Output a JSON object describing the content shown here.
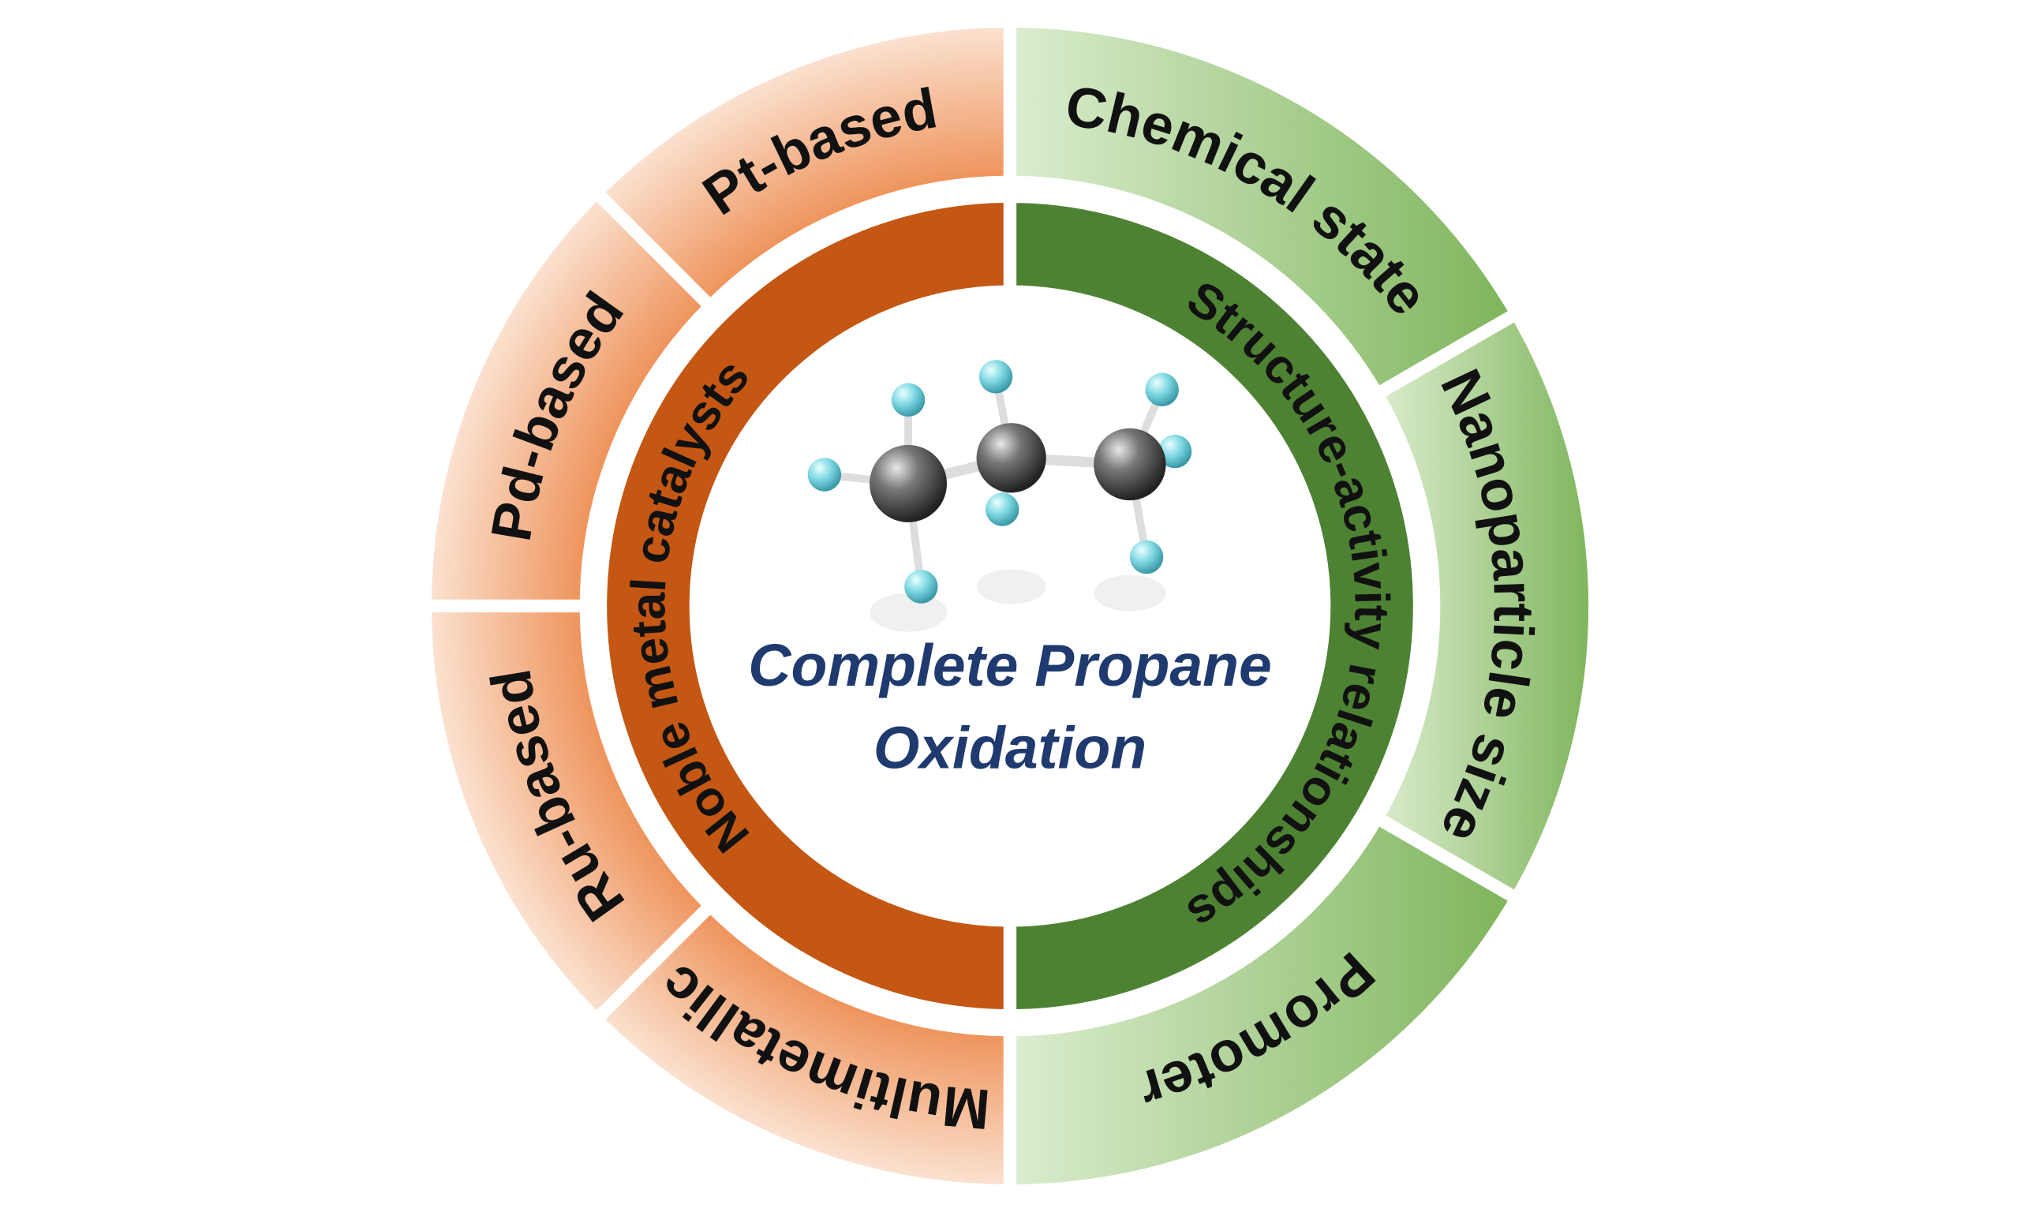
{
  "title": {
    "line1": "Complete Propane",
    "line2": "Oxidation",
    "color": "#1f3a6e"
  },
  "inner_ring": [
    {
      "label": "Noble metal catalysts",
      "color": "#c35713"
    },
    {
      "label": "Structure-activity relationships",
      "color": "#4e8233"
    }
  ],
  "outer_left": {
    "color_light": "#fbe3d2",
    "color_dark": "#ee8f55",
    "segments": [
      "Pt-based",
      "Pd-based",
      "Ru-based",
      "Multimetallic"
    ]
  },
  "outer_right": {
    "color_light": "#dcedcf",
    "color_dark": "#7db45a",
    "segments": [
      "Chemical state",
      "Nanoparticle size",
      "Promoter"
    ]
  },
  "molecule": {
    "carbon_color": "#5a5a5a",
    "hydrogen_color": "#8fe0e8"
  }
}
